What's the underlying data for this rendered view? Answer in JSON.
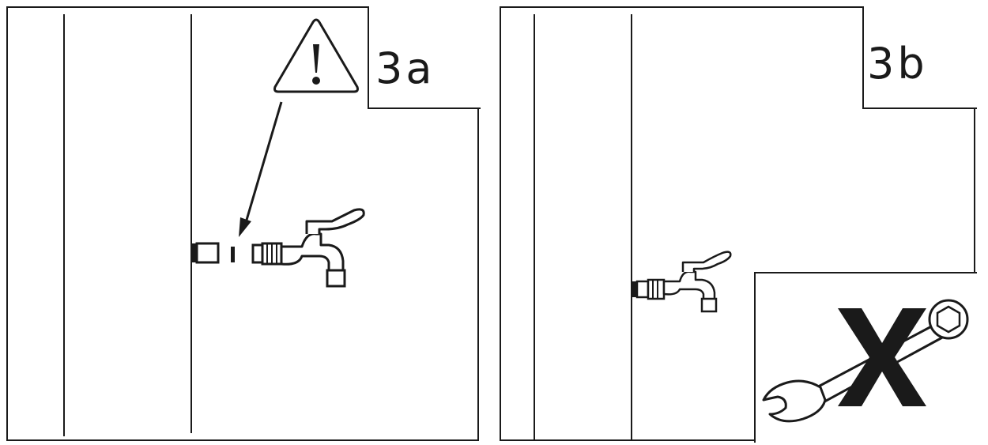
{
  "panels": [
    {
      "id": "step-3a",
      "step_label": "3a",
      "icons": [
        "warning-icon",
        "arrow-icon",
        "pipe-fitting-icon",
        "gap-marker-icon",
        "tap-icon"
      ]
    },
    {
      "id": "step-3b",
      "step_label": "3b",
      "icons": [
        "pipe-fitting-icon",
        "tap-icon",
        "wrench-icon",
        "prohibited-x-icon"
      ]
    }
  ],
  "colors": {
    "ink": "#1a1a1a",
    "background": "#ffffff"
  }
}
